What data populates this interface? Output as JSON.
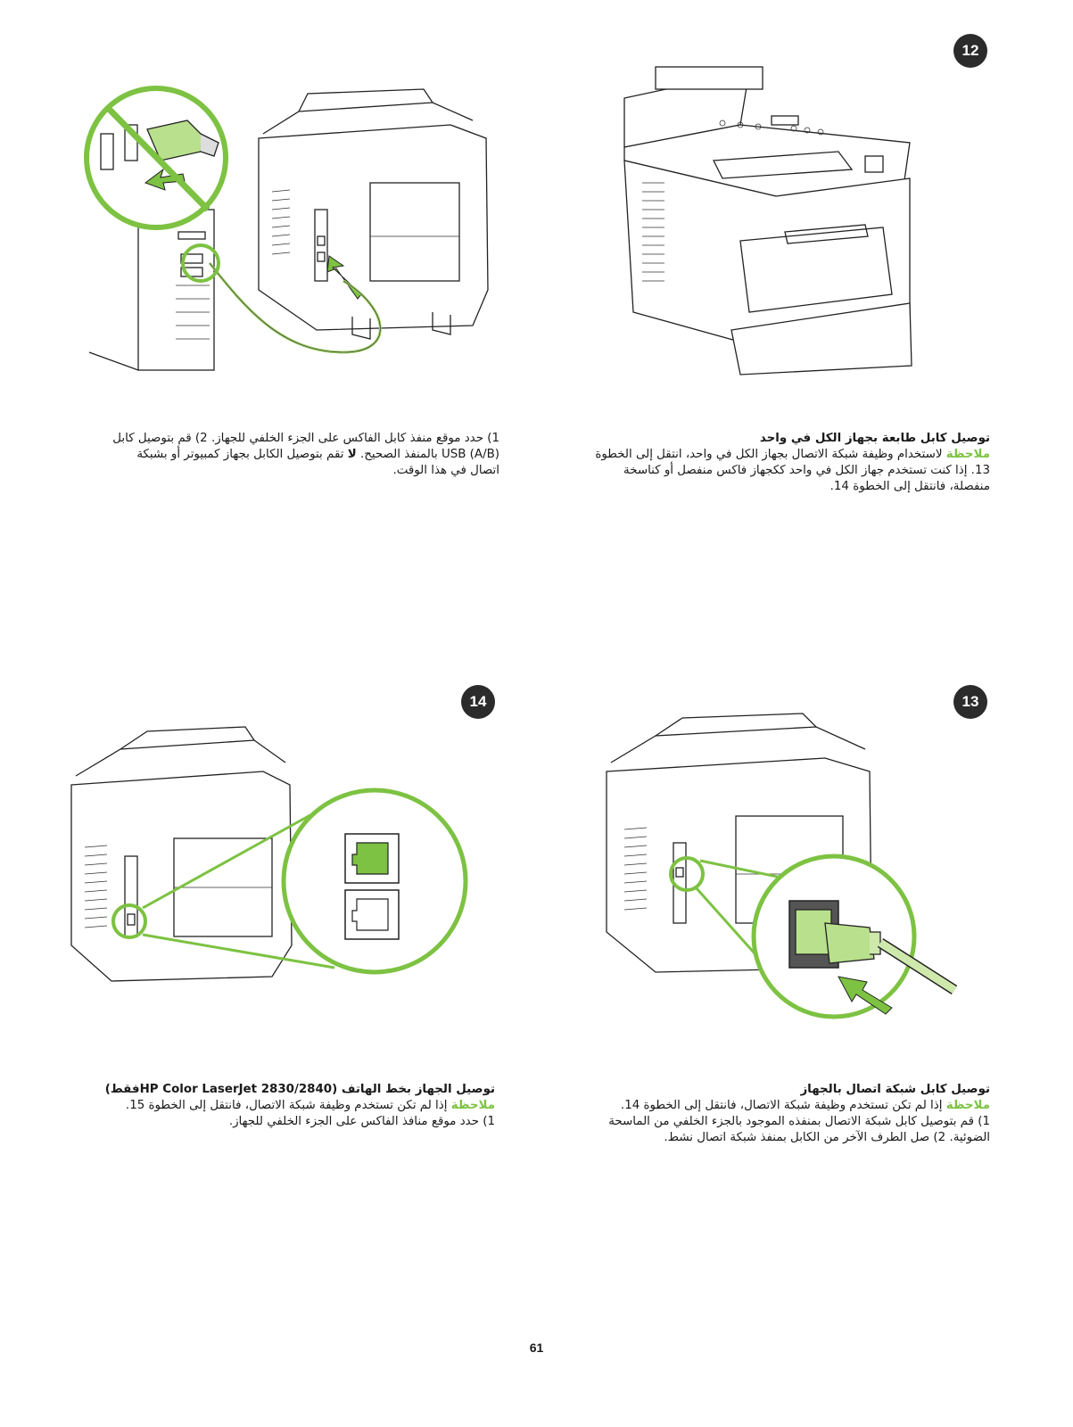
{
  "steps": {
    "s12": {
      "badge": "12",
      "left_text": {
        "line1": "1) حدد موقع منفذ كابل الفاكس على الجزء الخلفي للجهاز. 2) قم بتوصيل كابل",
        "line2a": "USB (A/B) بالمنفذ الصحيح. ",
        "line2b": "لا",
        "line2c": " تقم بتوصيل الكابل بجهاز كمبيوتر أو بشبكة",
        "line3": "اتصال في هذا الوقت."
      },
      "right_text": {
        "title": "توصيل كابل طابعة بجهاز الكل في واحد",
        "note_label": "ملاحظة",
        "note_rest": " لاستخدام وظيفة شبكة الاتصال بجهاز الكل في واحد، انتقل إلى الخطوة",
        "line2": "13. إذا كنت تستخدم جهاز الكل في واحد ككجهاز فاكس منفصل أو كناسخة",
        "line3": "منفصلة، فانتقل إلى الخطوة 14."
      }
    },
    "s13": {
      "badge": "13",
      "title": "توصيل كابل شبكة اتصال بالجهاز",
      "note_label": "ملاحظة",
      "note_rest": " إذا لم تكن تستخدم وظيفة شبكة الاتصال، فانتقل إلى الخطوة 14.",
      "line2": "1) قم بتوصيل كابل شبكة الاتصال بمنفذه الموجود بالجزء الخلفي من الماسحة",
      "line3": "الضوئية. 2) صل الطرف الآخر من الكابل بمنفذ شبكة اتصال نشط."
    },
    "s14": {
      "badge": "14",
      "title": "توصيل الجهاز بخط الهاتف (HP Color LaserJet 2830/2840فقط)",
      "note_label": "ملاحظة",
      "note_rest": " إذا لم تكن تستخدم وظيفة شبكة الاتصال، فانتقل إلى الخطوة 15.",
      "line2": "1) حدد موقع منافذ الفاكس على الجزء الخلفي للجهاز."
    }
  },
  "page_number": "61",
  "colors": {
    "accent_green": "#7dc242",
    "badge_bg": "#2b2b2b"
  }
}
